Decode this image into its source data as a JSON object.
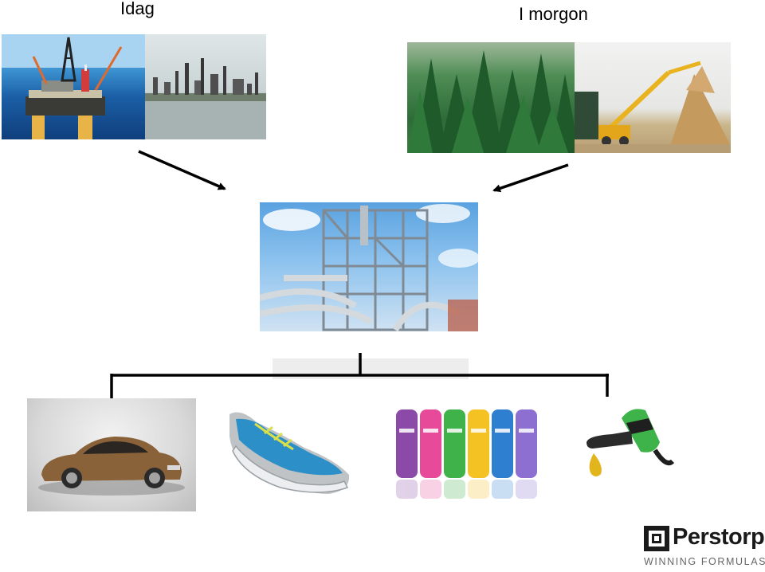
{
  "headings": {
    "today": "Idag",
    "tomorrow": "I morgon"
  },
  "logo": {
    "name": "Perstorp",
    "tagline": "WINNING FORMULAS"
  },
  "colors": {
    "arrow": "#000000",
    "connector": "#000000",
    "logo_text": "#1a1a1a",
    "tagline": "#666666"
  }
}
